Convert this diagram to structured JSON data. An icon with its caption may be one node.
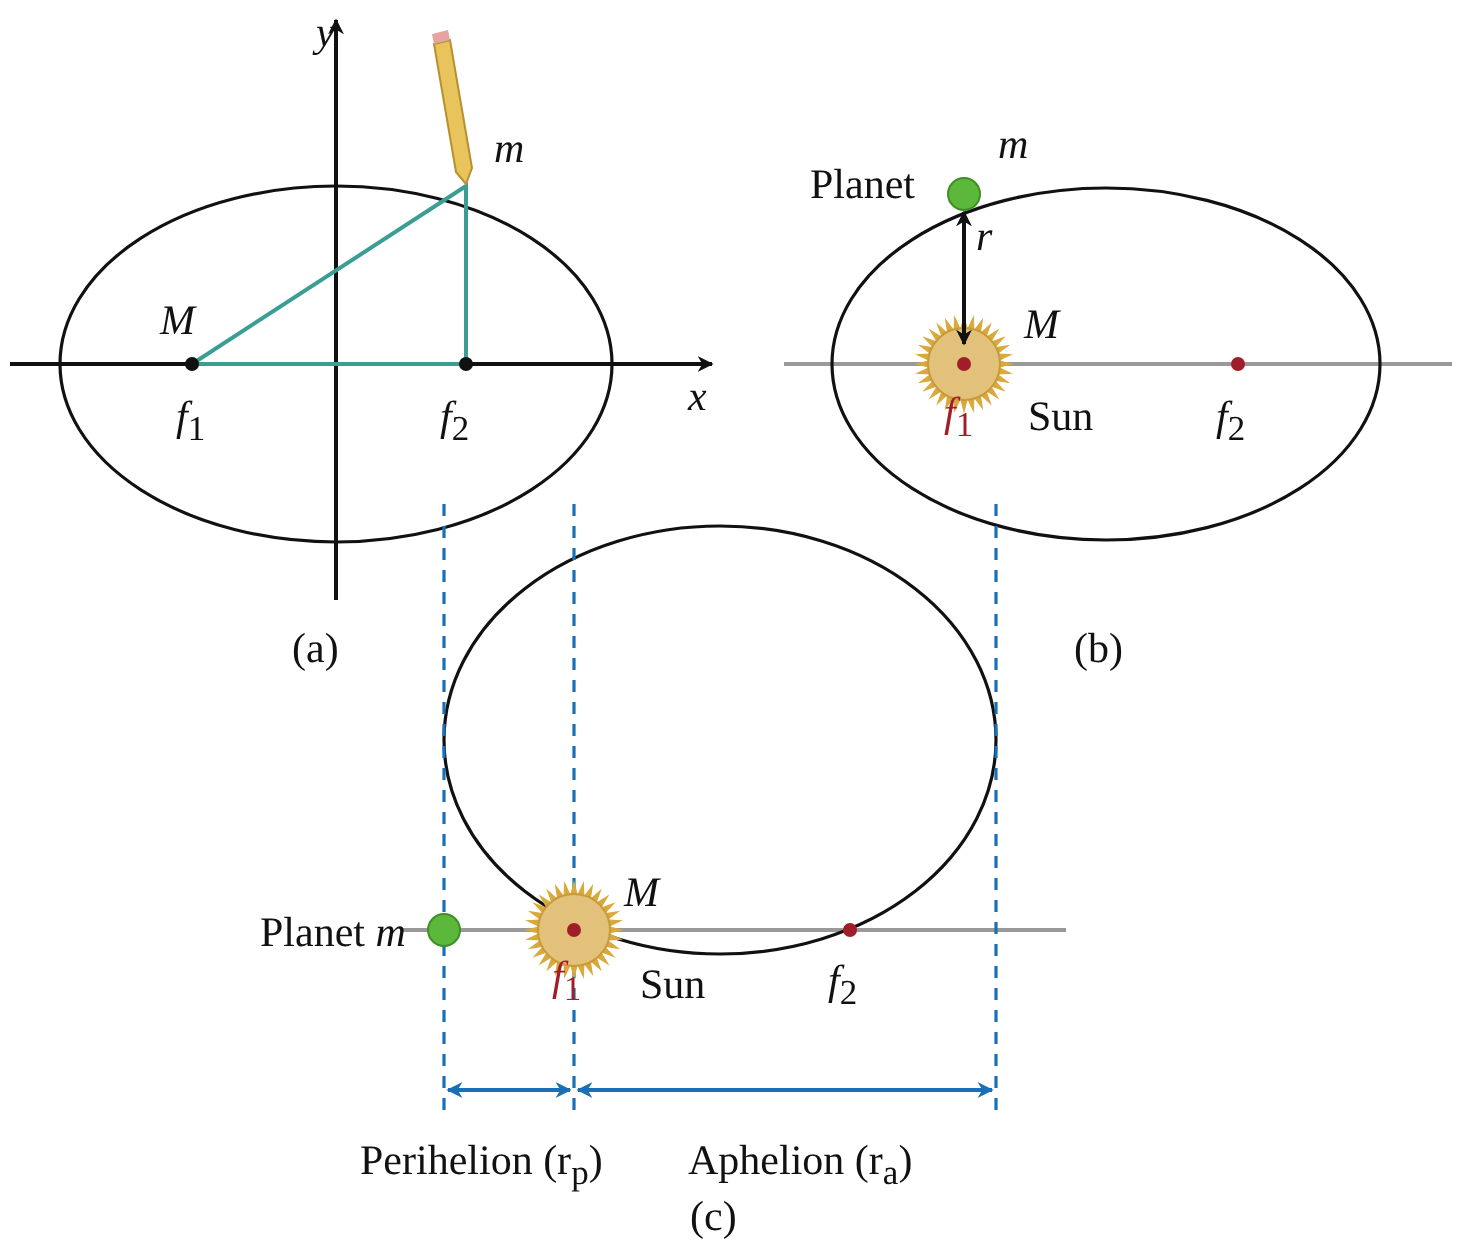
{
  "diagram": {
    "labels": [
      "y",
      "m",
      "M",
      "x",
      "*f*$_{1}$",
      "*f*$_{2}$",
      "(a)",
      "Planet",
      "m",
      "r",
      "M",
      "*f*$_{1}$",
      "Sun",
      "*f*$_{2}$",
      "(b)",
      "Planet *m*",
      "M",
      "*f*$_{1}$",
      "Sun",
      "*f*$_{2}$",
      "Perihelion (r$_{p}$)",
      "Aphelion (r$_{a}$)",
      "(c)"
    ]
  }
}
